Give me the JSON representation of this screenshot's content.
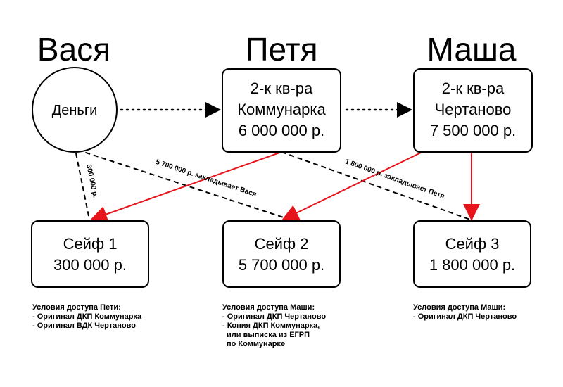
{
  "persons": [
    {
      "id": "vasya",
      "name": "Вася"
    },
    {
      "id": "petya",
      "name": "Петя"
    },
    {
      "id": "masha",
      "name": "Маша"
    }
  ],
  "money": {
    "label": "Деньги"
  },
  "apartments": [
    {
      "id": "kommunarka",
      "lines": [
        "2-к кв-ра",
        "Коммунарка",
        "6 000 000 р."
      ]
    },
    {
      "id": "chertanovo",
      "lines": [
        "2-к кв-ра",
        "Чертаново",
        "7 500 000 р."
      ]
    }
  ],
  "safes": [
    {
      "id": "safe-1",
      "title": "Сейф 1",
      "amount": "300 000 р."
    },
    {
      "id": "safe-2",
      "title": "Сейф 2",
      "amount": "5 700 000 р."
    },
    {
      "id": "safe-3",
      "title": "Сейф 3",
      "amount": "1 800 000 р."
    }
  ],
  "edge_labels": {
    "to_safe1": "300 000 р.",
    "to_safe2": "5 700 000 р. закладывает Вася",
    "to_safe3": "1 800 000 р. закладывает Петя"
  },
  "conditions": [
    {
      "id": "safe-1",
      "title": "Условия доступа Пети:",
      "items": [
        "- Оригинал ДКП Коммунарка",
        "- Оригинал ВДК Чертаново"
      ]
    },
    {
      "id": "safe-2",
      "title": "Условия доступа Маши:",
      "items": [
        "- Оригинал ДКП Чертаново",
        "- Копия ДКП Коммунарка,",
        "  или выписка из ЕГРП",
        "  по Коммунарке"
      ]
    },
    {
      "id": "safe-3",
      "title": "Условия доступа Маши:",
      "items": [
        "- Оригинал ДКП Чертаново"
      ]
    }
  ],
  "colors": {
    "red_arrow": "#e8141c",
    "line": "#000000"
  }
}
